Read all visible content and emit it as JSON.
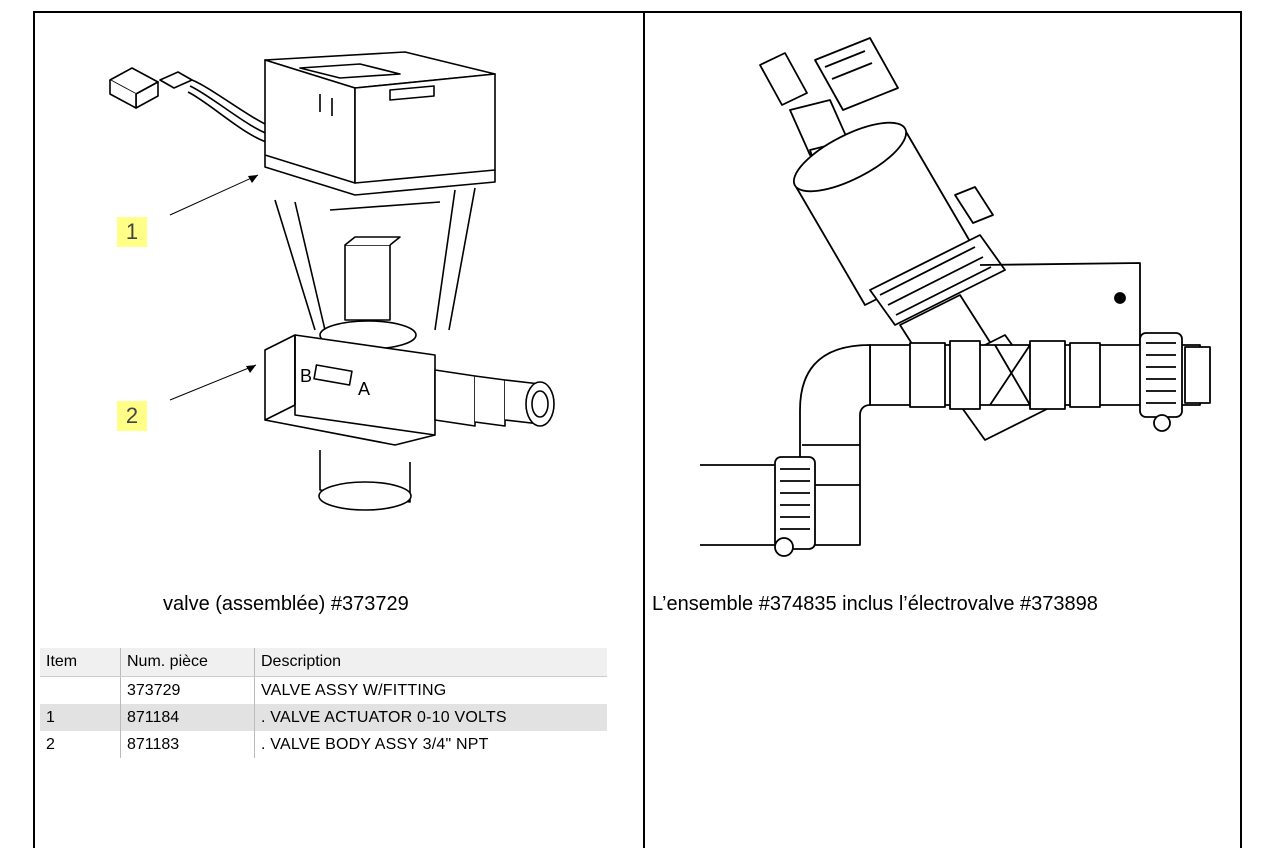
{
  "left_panel": {
    "callouts": [
      "1",
      "2"
    ],
    "valve_markings": {
      "left": "B",
      "right": "A"
    },
    "caption": "valve (assemblée) #373729",
    "table": {
      "headers": [
        "Item",
        "Num. pièce",
        "Description"
      ],
      "rows": [
        {
          "item": "",
          "part": "373729",
          "description": "VALVE ASSY W/FITTING"
        },
        {
          "item": "1",
          "part": "871184",
          "description": ". VALVE ACTUATOR 0-10 VOLTS"
        },
        {
          "item": "2",
          "part": "871183",
          "description": ". VALVE BODY ASSY 3/4\" NPT"
        }
      ]
    }
  },
  "right_panel": {
    "caption": "L’ensemble #374835 inclus l’électrovalve #373898"
  }
}
